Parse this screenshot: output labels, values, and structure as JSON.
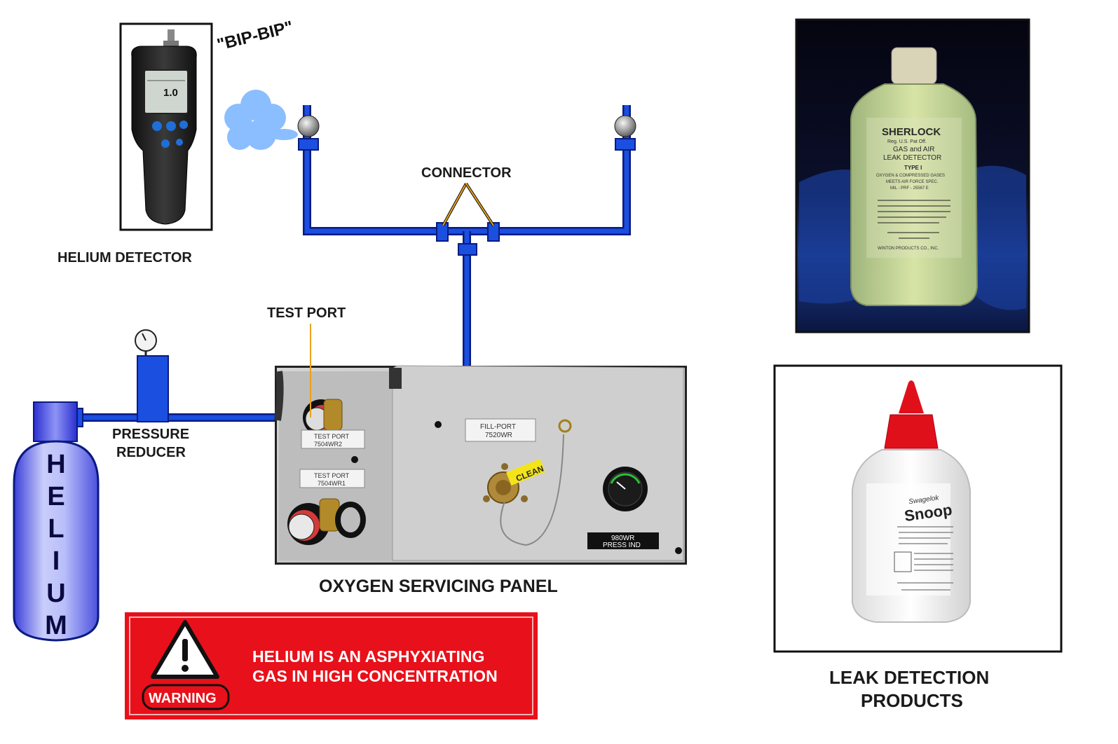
{
  "detector": {
    "label": "HELIUM DETECTOR",
    "sound": "\"BIP-BIP\"",
    "display_value": "1.0"
  },
  "connector": {
    "label": "CONNECTOR"
  },
  "test_port": {
    "label": "TEST PORT"
  },
  "pressure_reducer": {
    "line1": "PRESSURE",
    "line2": "REDUCER"
  },
  "cylinder": {
    "letters": [
      "H",
      "E",
      "L",
      "I",
      "U",
      "M"
    ]
  },
  "panel": {
    "label": "OXYGEN SERVICING PANEL",
    "test_port_2": {
      "line1": "TEST PORT",
      "line2": "7504WR2"
    },
    "test_port_1": {
      "line1": "TEST PORT",
      "line2": "7504WR1"
    },
    "fill_port": {
      "line1": "FILL-PORT",
      "line2": "7520WR"
    },
    "clean_tag": "CLEAN",
    "press_ind": {
      "line1": "980WR",
      "line2": "PRESS IND"
    }
  },
  "warning": {
    "badge": "WARNING",
    "line1": "HELIUM IS AN ASPHYXIATING",
    "line2": "GAS IN HIGH CONCENTRATION"
  },
  "sherlock": {
    "brand": "SHERLOCK",
    "reg": "Reg. U.S. Pat Off.",
    "line1": "GAS and AIR",
    "line2": "LEAK DETECTOR",
    "type": "TYPE I",
    "spec1": "OXYGEN & COMPRESSED GASES",
    "spec2": "MEETS AIR FORCE SPEC.",
    "spec3": "MIL - PRF - 25567 E",
    "maker": "WINTON PRODUCTS CO., INC."
  },
  "snoop": {
    "brand": "Swagelok",
    "name": "Snoop"
  },
  "leak_products": {
    "line1": "LEAK DETECTION",
    "line2": "PRODUCTS"
  },
  "colors": {
    "pipe": "#1a4fe0",
    "pipe_dark": "#0a1a80",
    "leader": "#e8a21a",
    "warning_red": "#e8101a",
    "panel_grey": "#c9c9c9"
  }
}
